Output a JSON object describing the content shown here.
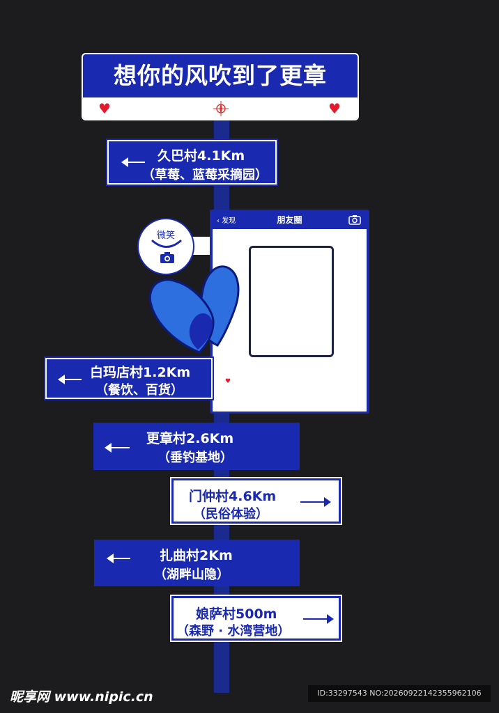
{
  "header": {
    "title": "想你的风吹到了更章"
  },
  "signs": [
    {
      "name": "久巴村",
      "line1": "久巴村4.1Km",
      "line2": "（草莓、蓝莓采摘园）",
      "direction": "left"
    },
    {
      "name": "白玛店村",
      "line1": "白玛店村1.2Km",
      "line2": "（餐饮、百货）",
      "direction": "left"
    },
    {
      "name": "更章村",
      "line1": "更章村2.6Km",
      "line2": "（垂钓基地）",
      "direction": "left"
    },
    {
      "name": "门仲村",
      "line1": "门仲村4.6Km",
      "line2": "（民俗体验）",
      "direction": "right"
    },
    {
      "name": "扎曲村",
      "line1": "扎曲村2Km",
      "line2": "（湖畔山隐）",
      "direction": "left"
    },
    {
      "name": "娘萨村",
      "line1": "娘萨村500m",
      "line2": "（森野 · 水湾营地）",
      "direction": "right"
    }
  ],
  "moments": {
    "back_label": "发现",
    "title": "朋友圈",
    "icon": "camera-icon"
  },
  "smile_badge": {
    "label": "微笑",
    "icon": "camera-icon"
  },
  "watermark": {
    "text": "昵享网 www.nipic.cn",
    "id_text": "ID:33297543 NO:20260922142355962106"
  },
  "colors": {
    "sign_blue": "#1a2ab0",
    "pole_blue": "#1b2a8f",
    "heart_blue": "#2e6fe0",
    "heart_red": "#e3192c",
    "background": "#1c1c1e"
  }
}
